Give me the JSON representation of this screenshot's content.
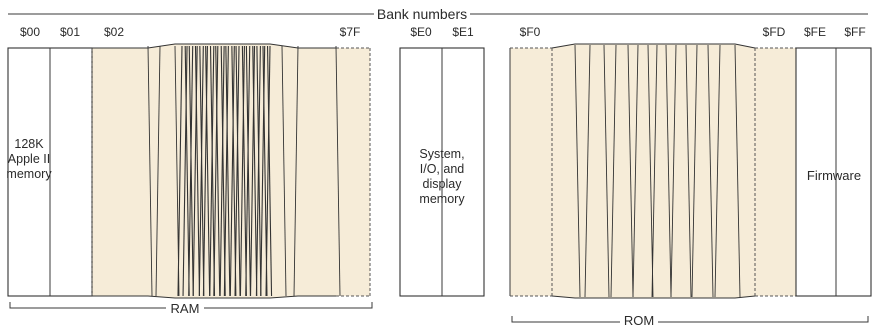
{
  "header": {
    "title": "Bank numbers"
  },
  "colors": {
    "paper": "#ffffff",
    "shade": "#f6ecd8",
    "ink": "#333333"
  },
  "ram": {
    "bank_labels": [
      "$00",
      "$01",
      "$02",
      "$7F"
    ],
    "region_label": [
      "128K",
      "Apple II",
      "memory"
    ],
    "bracket_label": "RAM"
  },
  "system": {
    "bank_labels": [
      "$E0",
      "$E1"
    ],
    "region_label": [
      "System,",
      "I/O, and",
      "display",
      "memory"
    ]
  },
  "rom": {
    "bank_labels": [
      "$F0",
      "$FD",
      "$FE",
      "$FF"
    ],
    "region_label": "Firmware",
    "bracket_label": "ROM"
  }
}
